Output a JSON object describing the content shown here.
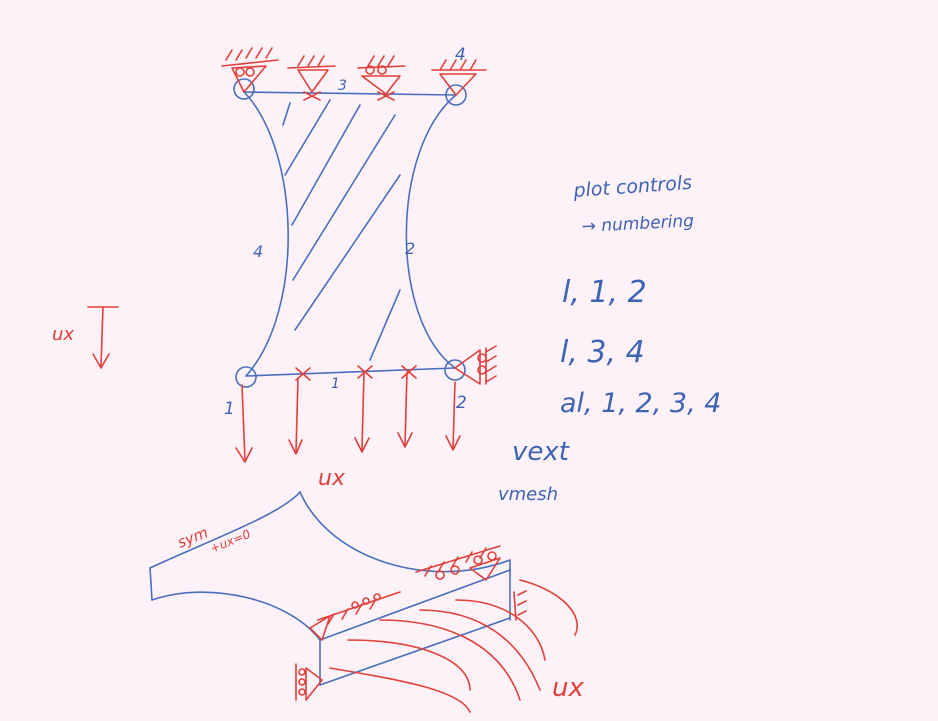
{
  "colors": {
    "blue_ink": "#4a6fbf",
    "red_ink": "#e2403a",
    "background": "#fcf2f8"
  },
  "notes": {
    "line1": "plot controls",
    "line2": "→ numbering",
    "line3": "l, 1, 2",
    "line4": "l, 3, 4",
    "line5": "al, 1, 2, 3, 4",
    "line6": "vext",
    "line7": "vmesh"
  },
  "diagram": {
    "corner_labels": {
      "top_right": "4",
      "bottom_left": "1",
      "bottom_right": "2"
    },
    "edge_labels": {
      "top": "3",
      "left": "4",
      "right": "2",
      "bottom": "1"
    },
    "load_label_left": "ux",
    "load_label_bottom": "ux",
    "load_label_3d": "ux",
    "symmetry_label": "sym",
    "symmetry_condition": "+ux=0"
  }
}
